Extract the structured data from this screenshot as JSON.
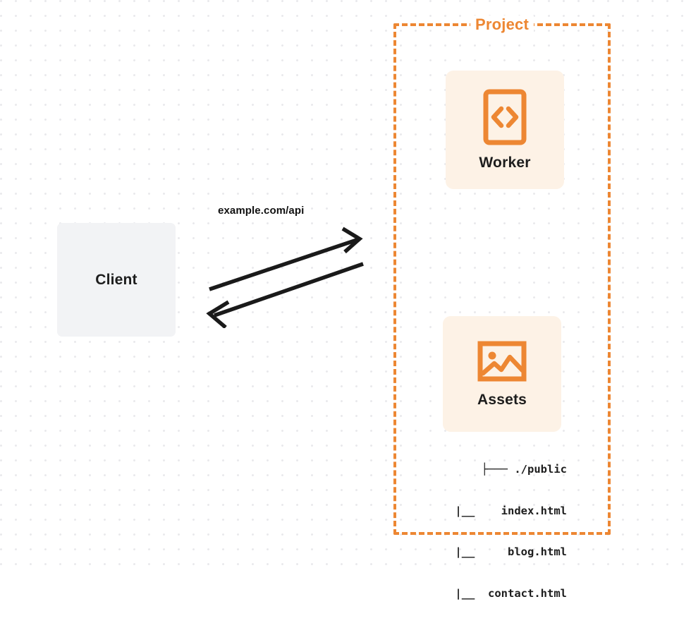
{
  "diagram": {
    "background": {
      "dot_color": "#e9e9ec",
      "page_color": "#ffffff"
    },
    "colors": {
      "accent_orange": "#ed8733",
      "card_background": "#fdf2e6",
      "client_background": "#f2f3f5",
      "text_dark": "#1d1d1d",
      "arrow_color": "#1a1a1a"
    },
    "client": {
      "label": "Client",
      "icon": "client-box"
    },
    "connection": {
      "label": "example.com/api",
      "request_arrow": "arrow-right-icon",
      "response_arrow": "arrow-left-icon"
    },
    "project": {
      "title": "Project",
      "cards": [
        {
          "label": "Worker",
          "icon": "code-brackets-icon"
        },
        {
          "label": "Assets",
          "icon": "image-icon"
        }
      ],
      "file_tree": {
        "lines": [
          "├─── ./public",
          "|__    index.html",
          "|__     blog.html",
          "|__  contact.html"
        ]
      }
    }
  }
}
